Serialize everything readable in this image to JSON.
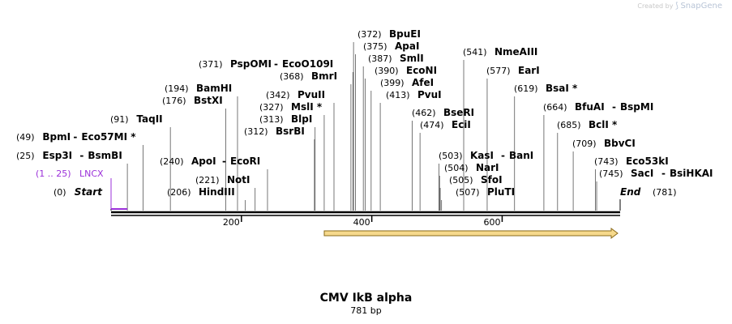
{
  "watermark": {
    "prefix": "Created by",
    "brand": "SnapGene"
  },
  "title": "CMV IkB alpha",
  "subtitle": "781 bp",
  "colors": {
    "feature": "#9b30d9",
    "arrow_fill": "#f6d98c",
    "arrow_stroke": "#8a6a1a",
    "backbone": "#000000",
    "leader": "#555555"
  },
  "sequence_length": 781,
  "ticks": [
    200,
    400,
    600
  ],
  "feature": {
    "position": "(1 .. 25)",
    "name": "LNCX"
  },
  "sites": [
    {
      "pos": "(0)",
      "name": "Start",
      "italic": true,
      "site": 0
    },
    {
      "pos": "(25)",
      "name": "Esp3I",
      "name2": "BsmBI",
      "site": 25
    },
    {
      "pos": "(49)",
      "name": "BpmI",
      "name2": "Eco57MI *",
      "site": 49
    },
    {
      "pos": "(91)",
      "name": "TaqII",
      "site": 91
    },
    {
      "pos": "(176)",
      "name": "BstXI",
      "site": 176
    },
    {
      "pos": "(194)",
      "name": "BamHI",
      "site": 194
    },
    {
      "pos": "(206)",
      "name": "HindIII",
      "site": 206
    },
    {
      "pos": "(221)",
      "name": "NotI",
      "site": 221
    },
    {
      "pos": "(240)",
      "name": "ApoI",
      "name2": "EcoRI",
      "site": 240
    },
    {
      "pos": "(312)",
      "name": "BsrBI",
      "site": 312
    },
    {
      "pos": "(313)",
      "name": "BlpI",
      "site": 313
    },
    {
      "pos": "(327)",
      "name": "MslI *",
      "site": 327
    },
    {
      "pos": "(342)",
      "name": "PvuII",
      "site": 342
    },
    {
      "pos": "(368)",
      "name": "BmrI",
      "site": 368
    },
    {
      "pos": "(371)",
      "name": "PspOMI",
      "name2": "EcoO109I",
      "site": 371
    },
    {
      "pos": "(372)",
      "name": "BpuEI",
      "site": 372
    },
    {
      "pos": "(375)",
      "name": "ApaI",
      "site": 375
    },
    {
      "pos": "(387)",
      "name": "SmlI",
      "site": 387
    },
    {
      "pos": "(390)",
      "name": "EcoNI",
      "site": 390
    },
    {
      "pos": "(399)",
      "name": "AfeI",
      "site": 399
    },
    {
      "pos": "(413)",
      "name": "PvuI",
      "site": 413
    },
    {
      "pos": "(462)",
      "name": "BseRI",
      "site": 462
    },
    {
      "pos": "(474)",
      "name": "EciI",
      "site": 474
    },
    {
      "pos": "(503)",
      "name": "KasI",
      "name2": "BanI",
      "site": 503
    },
    {
      "pos": "(504)",
      "name": "NarI",
      "site": 504
    },
    {
      "pos": "(505)",
      "name": "SfoI",
      "site": 505
    },
    {
      "pos": "(507)",
      "name": "PluTI",
      "site": 507
    },
    {
      "pos": "(541)",
      "name": "NmeAIII",
      "site": 541
    },
    {
      "pos": "(577)",
      "name": "EarI",
      "site": 577
    },
    {
      "pos": "(619)",
      "name": "BsaI *",
      "site": 619
    },
    {
      "pos": "(664)",
      "name": "BfuAI",
      "name2": "BspMI",
      "site": 664
    },
    {
      "pos": "(685)",
      "name": "BclI *",
      "site": 685
    },
    {
      "pos": "(709)",
      "name": "BbvCI",
      "site": 709
    },
    {
      "pos": "(743)",
      "name": "Eco53kI",
      "site": 743
    },
    {
      "pos": "(745)",
      "name": "SacI",
      "name2": "BsiHKAI",
      "site": 745
    },
    {
      "pos": "(781)",
      "name": "End",
      "italic": true,
      "site": 781
    }
  ]
}
